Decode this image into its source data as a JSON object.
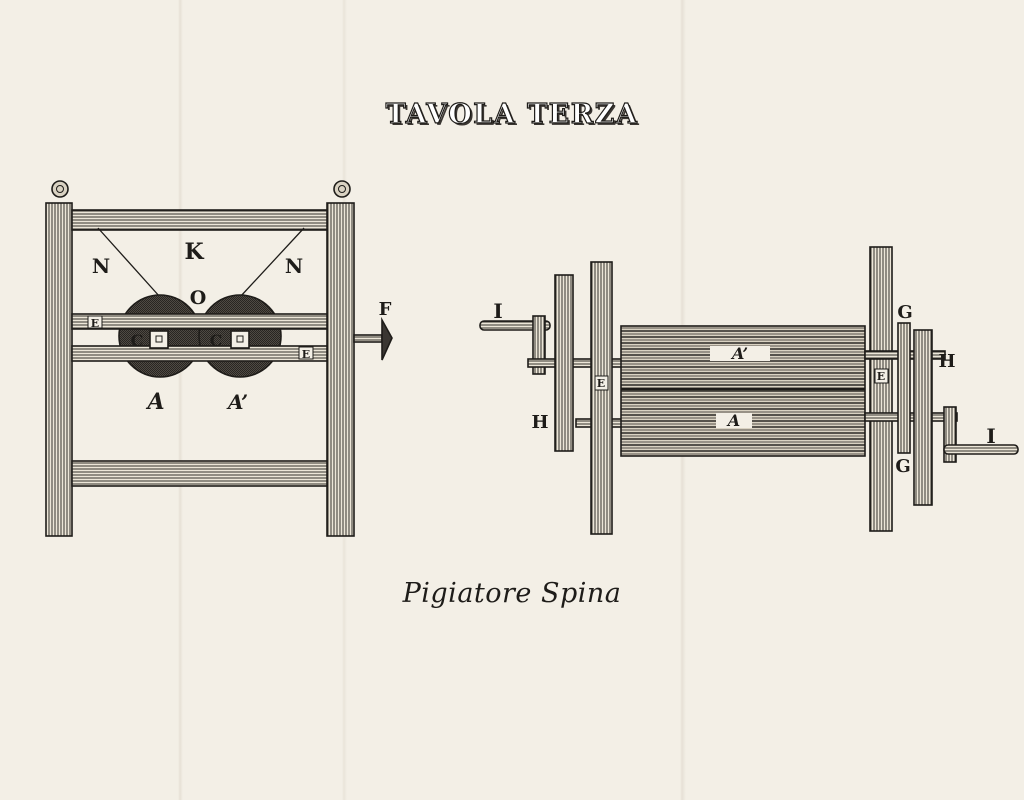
{
  "title": "TAVOLA TERZA",
  "caption": "Pigiatore Spina",
  "colors": {
    "paper": "#f3efe6",
    "ink": "#1e1c19"
  },
  "front_view": {
    "labels": {
      "K": "K",
      "N_left": "N",
      "N_right": "N",
      "O": "O",
      "E_left": "E",
      "E_right": "E",
      "F": "F",
      "C1": "C",
      "C2": "C",
      "A": "A",
      "A_prime": "A’"
    }
  },
  "side_view": {
    "labels": {
      "I_left": "I",
      "I_right": "I",
      "H_left": "H",
      "H_right": "H",
      "E_left": "E",
      "E_right": "E",
      "G_top": "G",
      "G_bottom": "G",
      "A": "A",
      "A_prime": "A’"
    }
  }
}
